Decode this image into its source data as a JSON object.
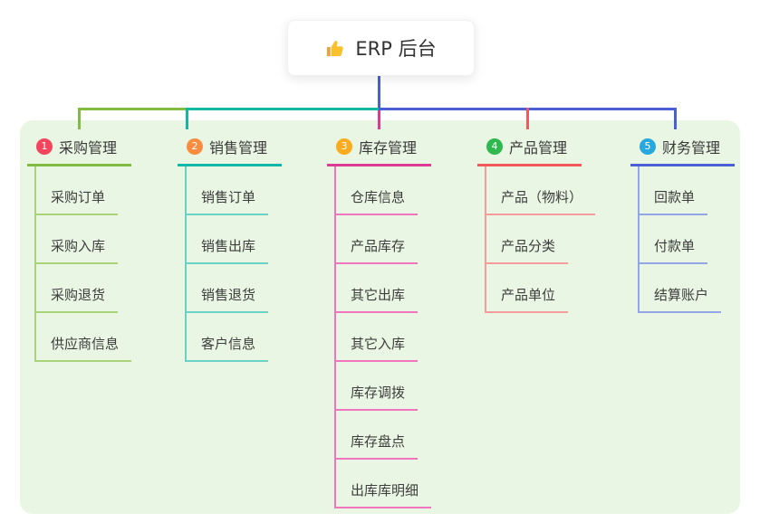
{
  "root_node": {
    "icon": "thumbs-up-icon",
    "label": "ERP 后台"
  },
  "colors": {
    "page_bg": "#ffffff",
    "panel_bg": "#e9f6e3",
    "root_connector": "#4a5fd4",
    "thumb_gold": "#fbc02d",
    "text_dark": "#3a3a3a"
  },
  "branches": [
    {
      "index": "1",
      "label": "采购管理",
      "badge_color": "#f4455f",
      "line_color": "#82bb41",
      "line_light": "#a9d478",
      "children": [
        "采购订单",
        "采购入库",
        "采购退货",
        "供应商信息"
      ]
    },
    {
      "index": "2",
      "label": "销售管理",
      "badge_color": "#fb8c3f",
      "line_color": "#12b7a6",
      "line_light": "#6ad1c6",
      "children": [
        "销售订单",
        "销售出库",
        "销售退货",
        "客户信息"
      ]
    },
    {
      "index": "3",
      "label": "库存管理",
      "badge_color": "#fbab1e",
      "line_color": "#dd3a92",
      "line_light": "#f075be",
      "children": [
        "仓库信息",
        "产品库存",
        "其它出库",
        "其它入库",
        "库存调拨",
        "库存盘点",
        "出库库明细"
      ]
    },
    {
      "index": "4",
      "label": "产品管理",
      "badge_color": "#2eb84e",
      "line_color": "#f2595b",
      "line_light": "#f79c9d",
      "children": [
        "产品（物料）",
        "产品分类",
        "产品单位"
      ]
    },
    {
      "index": "5",
      "label": "财务管理",
      "badge_color": "#29a8df",
      "line_color": "#4a5fd4",
      "line_light": "#93a5e5",
      "children": [
        "回款单",
        "付款单",
        "结算账户"
      ]
    }
  ]
}
